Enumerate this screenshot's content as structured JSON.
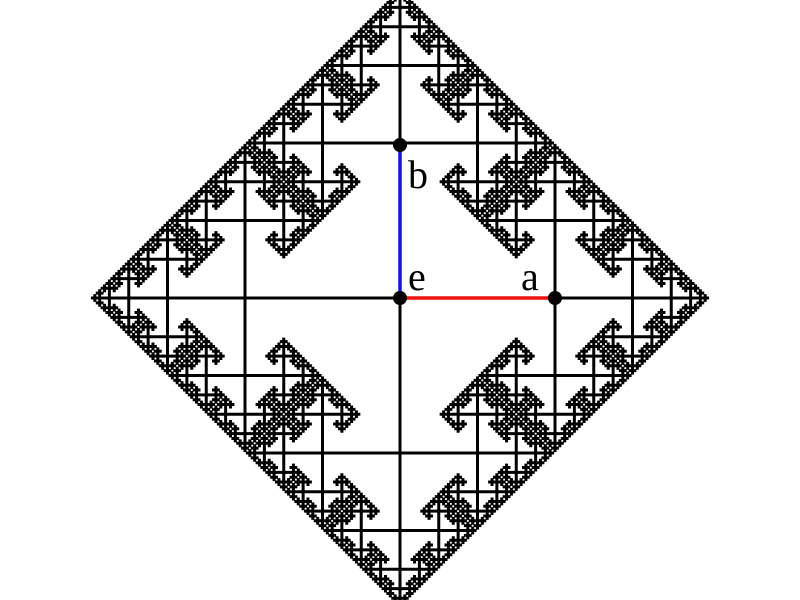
{
  "diagram": {
    "title": "",
    "kind": "cayley-graph-free-group",
    "generators": [
      {
        "name": "a",
        "color": "#ee1111",
        "direction": "horizontal"
      },
      {
        "name": "b",
        "color": "#1111ee",
        "direction": "vertical"
      }
    ],
    "labels": {
      "identity": "e",
      "generator_a": "a",
      "generator_b": "b"
    },
    "colors": {
      "edge": "#000000",
      "vertex": "#000000",
      "background": "#ffffff",
      "generator_a_edge": "#ee1111",
      "generator_b_edge": "#1111ee"
    },
    "recursion_depth": 7,
    "branch_ratio": 0.5
  }
}
